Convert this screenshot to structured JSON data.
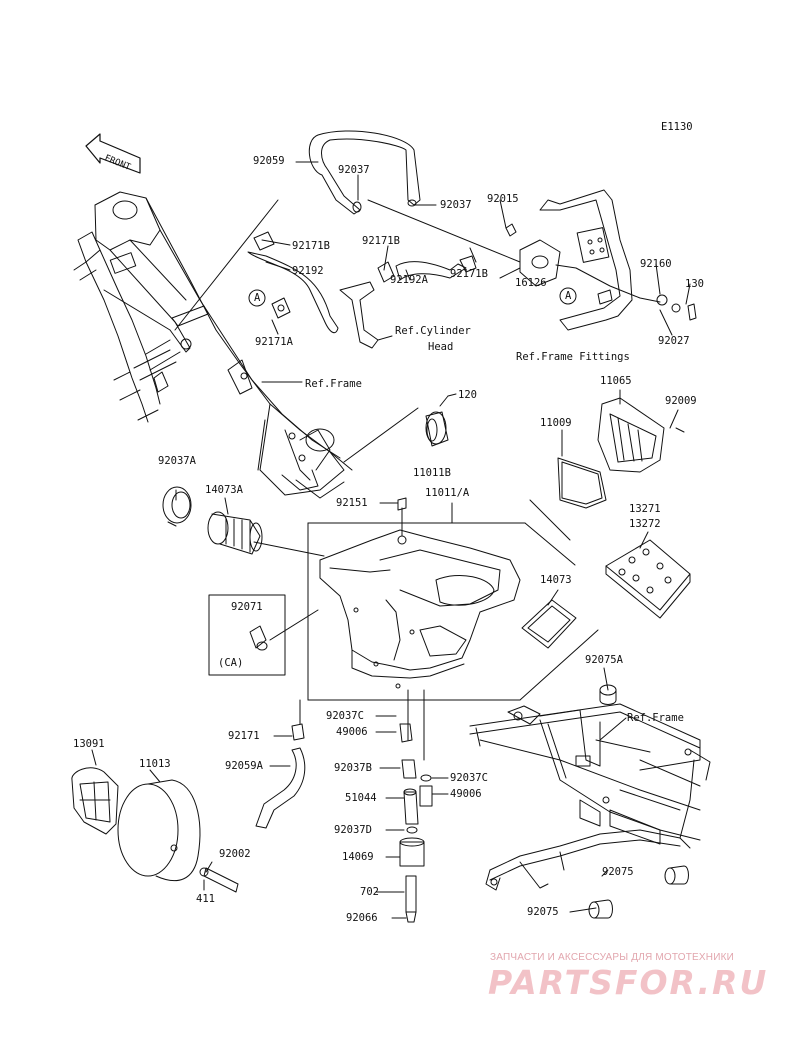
{
  "diagram_id": "E1130",
  "front_badge": "FRONT",
  "watermark": {
    "tagline": "ЗАПЧАСТИ И АКСЕССУАРЫ ДЛЯ МОТОТЕХНИКИ",
    "logo": "PARTSFOR.RU"
  },
  "colors": {
    "line": "#111111",
    "watermark_text": "#e2a6ae",
    "watermark_logo": "#f2c2c7"
  },
  "callouts": [
    {
      "id": "92059",
      "text": "92059"
    },
    {
      "id": "92037-top",
      "text": "92037"
    },
    {
      "id": "92037-right",
      "text": "92037"
    },
    {
      "id": "92015",
      "text": "92015"
    },
    {
      "id": "92171B-left",
      "text": "92171B"
    },
    {
      "id": "92171B-mid",
      "text": "92171B"
    },
    {
      "id": "92192",
      "text": "92192"
    },
    {
      "id": "92192A",
      "text": "92192A"
    },
    {
      "id": "92171B-right",
      "text": "92171B"
    },
    {
      "id": "16126",
      "text": "16126"
    },
    {
      "id": "92160",
      "text": "92160"
    },
    {
      "id": "130",
      "text": "130"
    },
    {
      "id": "92027",
      "text": "92027"
    },
    {
      "id": "92171A",
      "text": "92171A"
    },
    {
      "id": "ref-cylinder-head-1",
      "text": "Ref.Cylinder"
    },
    {
      "id": "ref-cylinder-head-2",
      "text": "Head"
    },
    {
      "id": "ref-frame-fittings",
      "text": "Ref.Frame Fittings"
    },
    {
      "id": "ref-frame-1",
      "text": "Ref.Frame"
    },
    {
      "id": "120",
      "text": "120"
    },
    {
      "id": "11065",
      "text": "11065"
    },
    {
      "id": "92009",
      "text": "92009"
    },
    {
      "id": "11009",
      "text": "11009"
    },
    {
      "id": "11011B",
      "text": "11011B"
    },
    {
      "id": "92037A",
      "text": "92037A"
    },
    {
      "id": "14073A",
      "text": "14073A"
    },
    {
      "id": "92151",
      "text": "92151"
    },
    {
      "id": "11011A",
      "text": "11011/A"
    },
    {
      "id": "13271",
      "text": "13271"
    },
    {
      "id": "13272",
      "text": "13272"
    },
    {
      "id": "14073",
      "text": "14073"
    },
    {
      "id": "92071",
      "text": "92071"
    },
    {
      "id": "CA",
      "text": "(CA)"
    },
    {
      "id": "92075A",
      "text": "92075A"
    },
    {
      "id": "ref-frame-2",
      "text": "Ref.Frame"
    },
    {
      "id": "92037C-top",
      "text": "92037C"
    },
    {
      "id": "49006-top",
      "text": "49006"
    },
    {
      "id": "92171",
      "text": "92171"
    },
    {
      "id": "13091",
      "text": "13091"
    },
    {
      "id": "11013",
      "text": "11013"
    },
    {
      "id": "92059A",
      "text": "92059A"
    },
    {
      "id": "92037B",
      "text": "92037B"
    },
    {
      "id": "92037C-right",
      "text": "92037C"
    },
    {
      "id": "51044",
      "text": "51044"
    },
    {
      "id": "49006-right",
      "text": "49006"
    },
    {
      "id": "92037D",
      "text": "92037D"
    },
    {
      "id": "14069",
      "text": "14069"
    },
    {
      "id": "92002",
      "text": "92002"
    },
    {
      "id": "411",
      "text": "411"
    },
    {
      "id": "702",
      "text": "702"
    },
    {
      "id": "92075-right",
      "text": "92075"
    },
    {
      "id": "92075-bottom",
      "text": "92075"
    },
    {
      "id": "92066",
      "text": "92066"
    }
  ],
  "reference_markers": [
    {
      "id": "A-left",
      "text": "A"
    },
    {
      "id": "A-right",
      "text": "A"
    }
  ]
}
